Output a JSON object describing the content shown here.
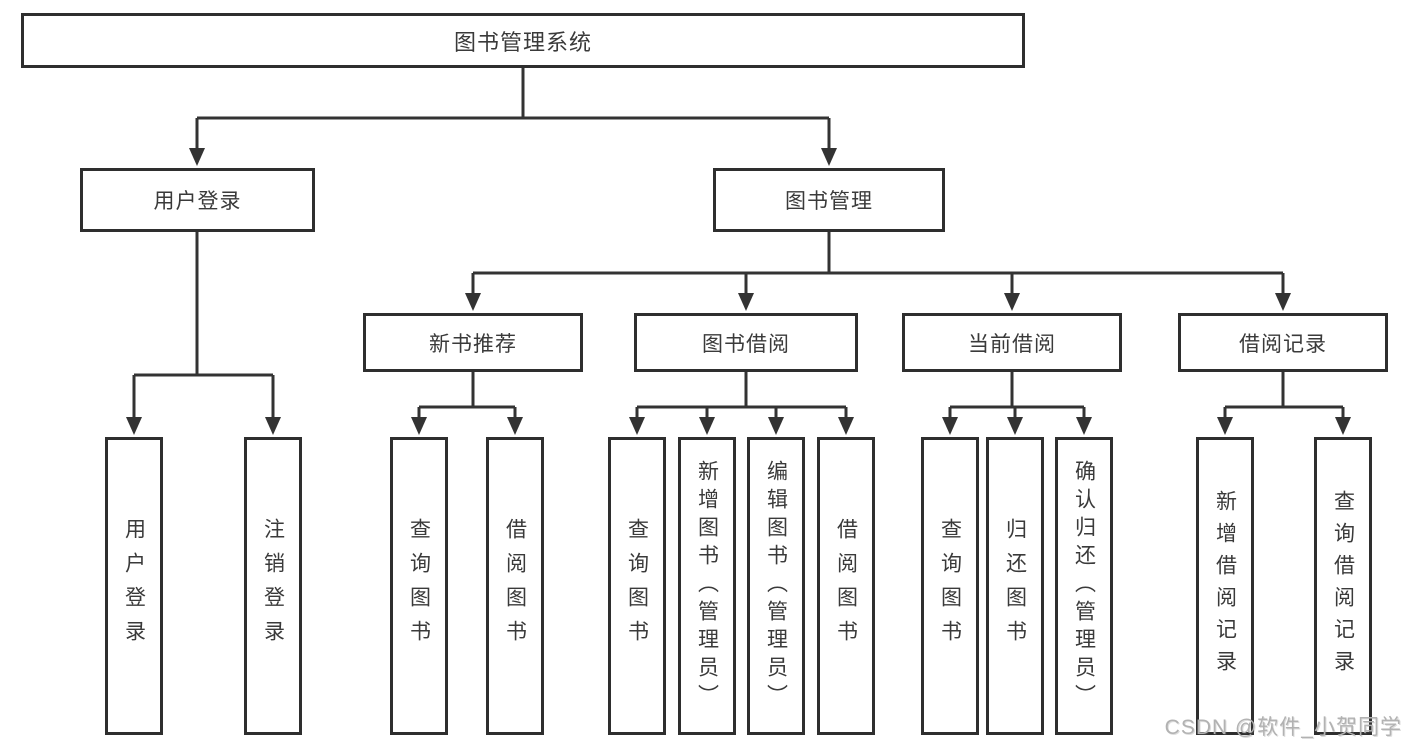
{
  "diagram": {
    "type": "hierarchy-tree",
    "tree": {
      "label": "图书管理系统",
      "children": [
        {
          "label": "用户登录",
          "children": [
            {
              "label": "用户登录"
            },
            {
              "label": "注销登录"
            }
          ]
        },
        {
          "label": "图书管理",
          "children": [
            {
              "label": "新书推荐",
              "children": [
                {
                  "label": "查询图书"
                },
                {
                  "label": "借阅图书"
                }
              ]
            },
            {
              "label": "图书借阅",
              "children": [
                {
                  "label": "查询图书"
                },
                {
                  "label": "新增图书（管理员）"
                },
                {
                  "label": "编辑图书（管理员）"
                },
                {
                  "label": "借阅图书"
                }
              ]
            },
            {
              "label": "当前借阅",
              "children": [
                {
                  "label": "查询图书"
                },
                {
                  "label": "归还图书"
                },
                {
                  "label": "确认归还（管理员）"
                }
              ]
            },
            {
              "label": "借阅记录",
              "children": [
                {
                  "label": "新增借阅记录"
                },
                {
                  "label": "查询借阅记录"
                }
              ]
            }
          ]
        }
      ]
    },
    "colors": {
      "line": "#333333",
      "box_border": "#2e2e2e",
      "text": "#3a3a3a",
      "background": "#ffffff",
      "watermark": "#b2b2b2"
    }
  },
  "watermark": {
    "text": "CSDN @软件_小贺同学"
  }
}
